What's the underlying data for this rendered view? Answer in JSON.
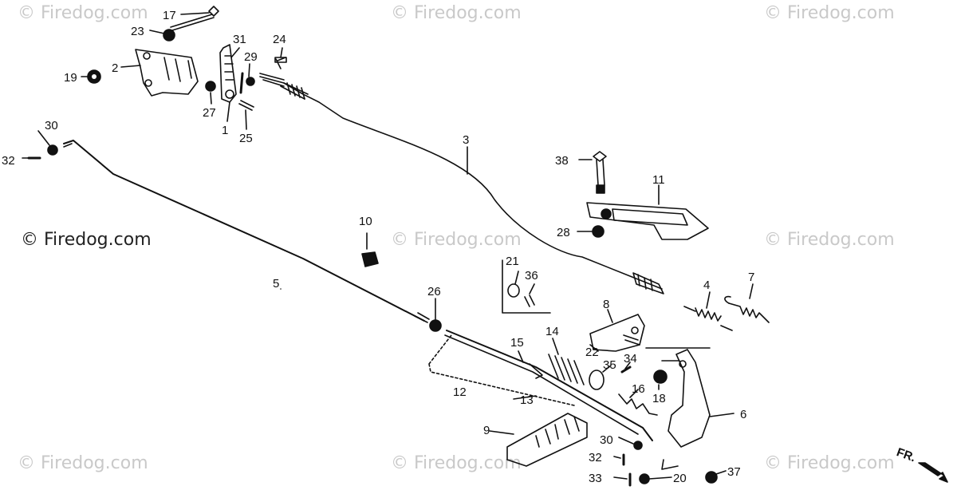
{
  "watermark": {
    "text": "© Firedog.com",
    "text_dark": "© Firedog.com"
  },
  "direction_label": "FR.",
  "callouts": {
    "p1": "1",
    "p2": "2",
    "p3": "3",
    "p4": "4",
    "p5": "5",
    "p6": "6",
    "p7": "7",
    "p8": "8",
    "p9": "9",
    "p10": "10",
    "p11": "11",
    "p12": "12",
    "p13": "13",
    "p14": "14",
    "p15": "15",
    "p16": "16",
    "p17": "17",
    "p18": "18",
    "p19": "19",
    "p20": "20",
    "p21": "21",
    "p22": "22",
    "p23": "23",
    "p24": "24",
    "p25": "25",
    "p26": "26",
    "p27": "27",
    "p28": "28",
    "p29": "29",
    "p30a": "30",
    "p30b": "30",
    "p31": "31",
    "p32a": "32",
    "p32b": "32",
    "p33": "33",
    "p34": "34",
    "p35": "35",
    "p36": "36",
    "p37": "37",
    "p38": "38"
  }
}
